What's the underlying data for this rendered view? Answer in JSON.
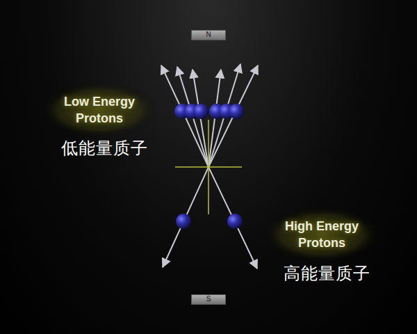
{
  "diagram": {
    "nodes": [
      {
        "text": [
          "N"
        ]
      },
      {
        "text": [
          "S"
        ]
      }
    ],
    "labels": [
      "Low Energy Protons",
      "低能量质子",
      "High Energy Protons",
      "高能量质子"
    ]
  }
}
